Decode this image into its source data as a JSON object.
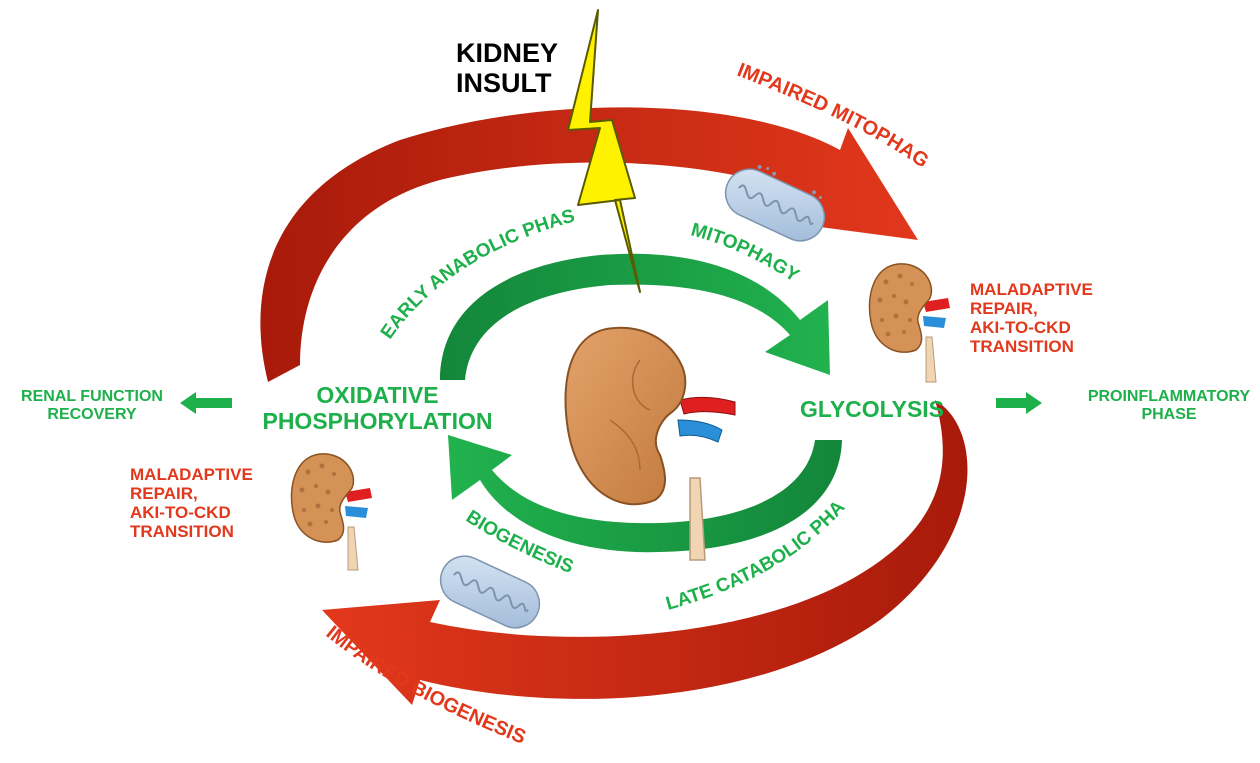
{
  "colors": {
    "green": "#1db04b",
    "dark_green": "#138a3a",
    "red": "#e2381c",
    "dark_red": "#b3200c",
    "kidney": "#d08a4f",
    "lightning": "#fff200"
  },
  "insult": {
    "line1": "KIDNEY",
    "line2": "INSULT"
  },
  "oxphos": {
    "line1": "OXIDATIVE",
    "line2": "PHOSPHORYLATION"
  },
  "glycolysis": {
    "label": "GLYCOLYSIS"
  },
  "recovery": {
    "line1": "RENAL FUNCTION",
    "line2": "RECOVERY"
  },
  "proinflammatory": {
    "line1": "PROINFLAMMATORY",
    "line2": "PHASE"
  },
  "maladaptive_right": {
    "line1": "MALADAPTIVE",
    "line2": "REPAIR,",
    "line3": "AKI-TO-CKD",
    "line4": "TRANSITION"
  },
  "maladaptive_left": {
    "line1": "MALADAPTIVE",
    "line2": "REPAIR,",
    "line3": "AKI-TO-CKD",
    "line4": "TRANSITION"
  },
  "arc_labels": {
    "early_anabolic": "EARLY ANABOLIC PHASE",
    "mitophagy": "MITOPHAGY",
    "biogenesis": "BIOGENESIS",
    "late_catabolic": "LATE CATABOLIC PHASE",
    "impaired_mitophagy": "IMPAIRED MITOPHAGY",
    "impaired_biogenesis": "IMPAIRED BIOGENESIS"
  },
  "icons": [
    "lightning-bolt-icon",
    "kidney-icon",
    "diseased-kidney-icon",
    "mitochondrion-icon",
    "arrow-icon"
  ]
}
